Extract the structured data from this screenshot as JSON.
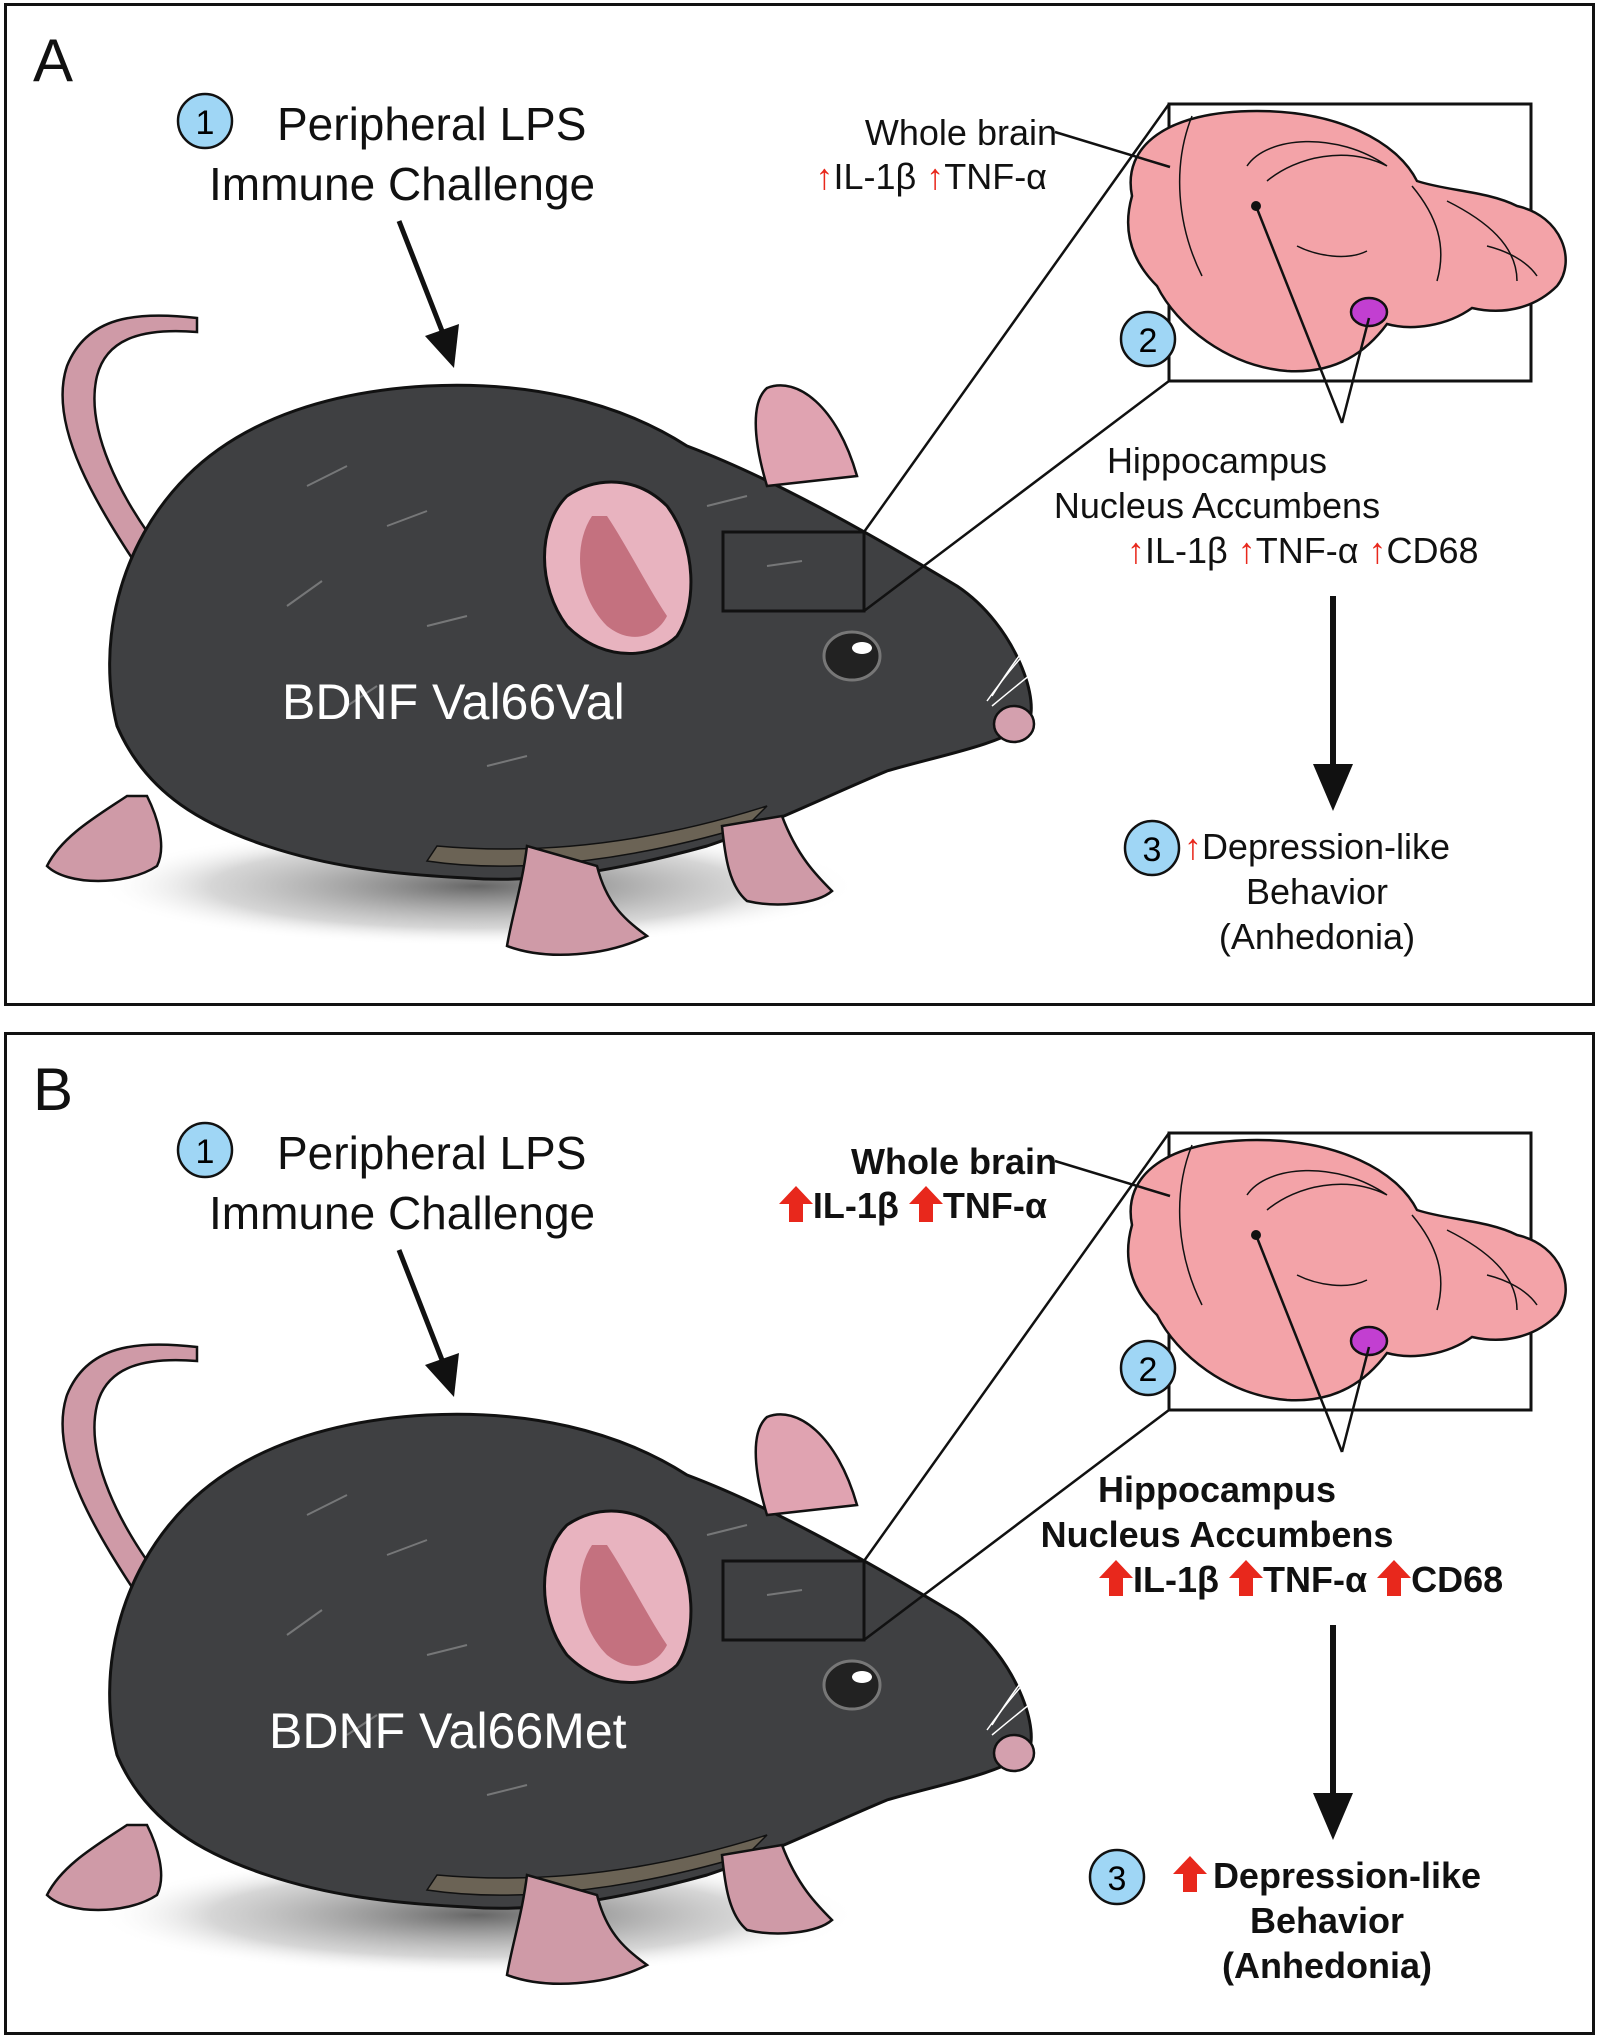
{
  "colors": {
    "brain_pink": "#f3a3a8",
    "nucleus_purple": "#c23fd1",
    "step_badge": "#9fd6f5",
    "red_arrow": "#e8281c",
    "mouse_fur": "#3f4042",
    "mouse_skin": "#cf9aa7"
  },
  "panels": [
    {
      "letter": "A",
      "style": "normal",
      "step1_num": "1",
      "step1_line1": "Peripheral LPS",
      "step1_line2": "Immune Challenge",
      "strain": "BDNF Val66Val",
      "step2_num": "2",
      "wb_title": "Whole brain",
      "wb_c1": "IL-1β",
      "wb_c2": "TNF-α",
      "hip1": "Hippocampus",
      "hip2": "Nucleus Accumbens",
      "h_c1": "IL-1β",
      "h_c2": "TNF-α",
      "h_c3": "CD68",
      "step3_num": "3",
      "dep1": "Depression-like",
      "dep2": "Behavior",
      "dep3": "(Anhedonia)"
    },
    {
      "letter": "B",
      "style": "bold",
      "step1_num": "1",
      "step1_line1": "Peripheral LPS",
      "step1_line2": "Immune Challenge",
      "strain": "BDNF Val66Met",
      "step2_num": "2",
      "wb_title": "Whole brain",
      "wb_c1": "IL-1β",
      "wb_c2": "TNF-α",
      "hip1": "Hippocampus",
      "hip2": "Nucleus Accumbens",
      "h_c1": "IL-1β",
      "h_c2": "TNF-α",
      "h_c3": "CD68",
      "step3_num": "3",
      "dep1": "Depression-like",
      "dep2": "Behavior",
      "dep3": "(Anhedonia)"
    }
  ]
}
